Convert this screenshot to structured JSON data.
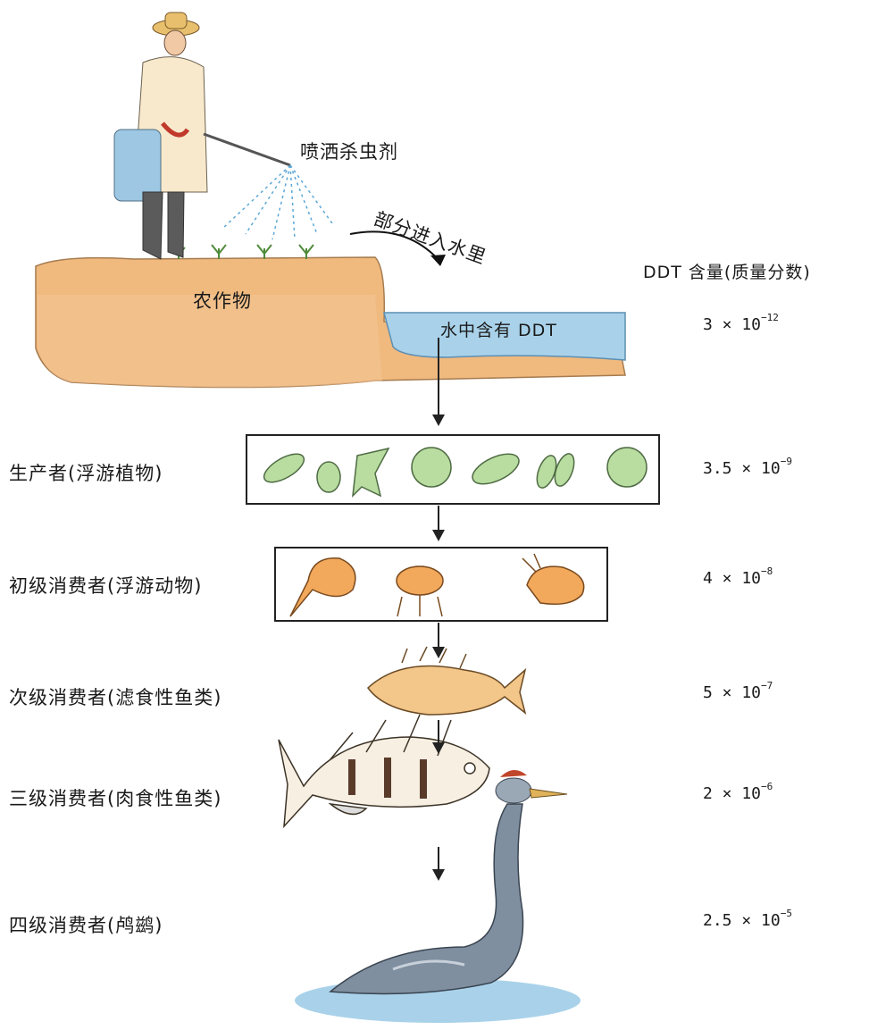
{
  "scene": {
    "spray_label": "喷洒杀虫剂",
    "into_water_label": "部分进入水里",
    "crop_label": "农作物",
    "water_label": "水中含有 DDT"
  },
  "column_header": "DDT 含量(质量分数)",
  "levels": [
    {
      "label": "",
      "value_base": "3 × 10",
      "value_exp": "−12"
    },
    {
      "label": "生产者(浮游植物)",
      "value_base": "3.5 × 10",
      "value_exp": "−9"
    },
    {
      "label": "初级消费者(浮游动物)",
      "value_base": "4 × 10",
      "value_exp": "−8"
    },
    {
      "label": "次级消费者(滤食性鱼类)",
      "value_base": "5 × 10",
      "value_exp": "−7"
    },
    {
      "label": "三级消费者(肉食性鱼类)",
      "value_base": "2 × 10",
      "value_exp": "−6"
    },
    {
      "label": "四级消费者(鸬鹚)",
      "value_base": "2.5 × 10",
      "value_exp": "−5"
    }
  ],
  "colors": {
    "soil": "#f0b97e",
    "water": "#a9d2ea",
    "plankton": "#b9dca1",
    "zooplankton": "#f2a95c",
    "fish": "#f3c689",
    "grebe": "#7f8fa0"
  },
  "icons": [
    "farmer-icon",
    "spray-icon",
    "crop-icon",
    "phytoplankton-icon",
    "zooplankton-icon",
    "small-fish-icon",
    "perch-icon",
    "grebe-icon"
  ]
}
